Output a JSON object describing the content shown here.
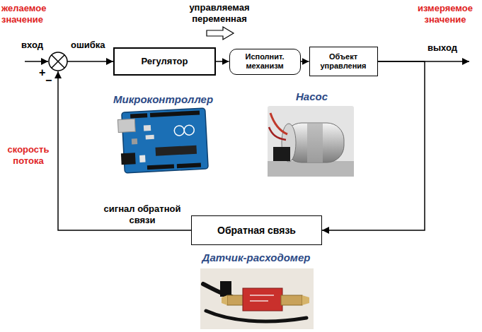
{
  "diagram": {
    "nodes": [
      {
        "text": [
          "Регулятор"
        ]
      },
      {
        "text": [
          "Исполнит. механизм"
        ]
      },
      {
        "text": [
          "Объект управления"
        ]
      },
      {
        "text": [
          "Обратная связь"
        ]
      }
    ],
    "edges": [
      {
        "from": 0,
        "to": 1,
        "arrow": "to"
      },
      {
        "from": 1,
        "to": 2,
        "arrow": "to"
      },
      {
        "from": 2,
        "to": 3,
        "arrow": "to"
      }
    ],
    "labels": [
      "желаемое значение",
      "вход",
      "+",
      "−",
      "ошибка",
      "управляемая переменная",
      "выход",
      "измеряемое значение",
      "Микроконтроллер",
      "Насос",
      "скорость потока",
      "сигнал обратной связи",
      "Датчик-расходомер"
    ]
  }
}
